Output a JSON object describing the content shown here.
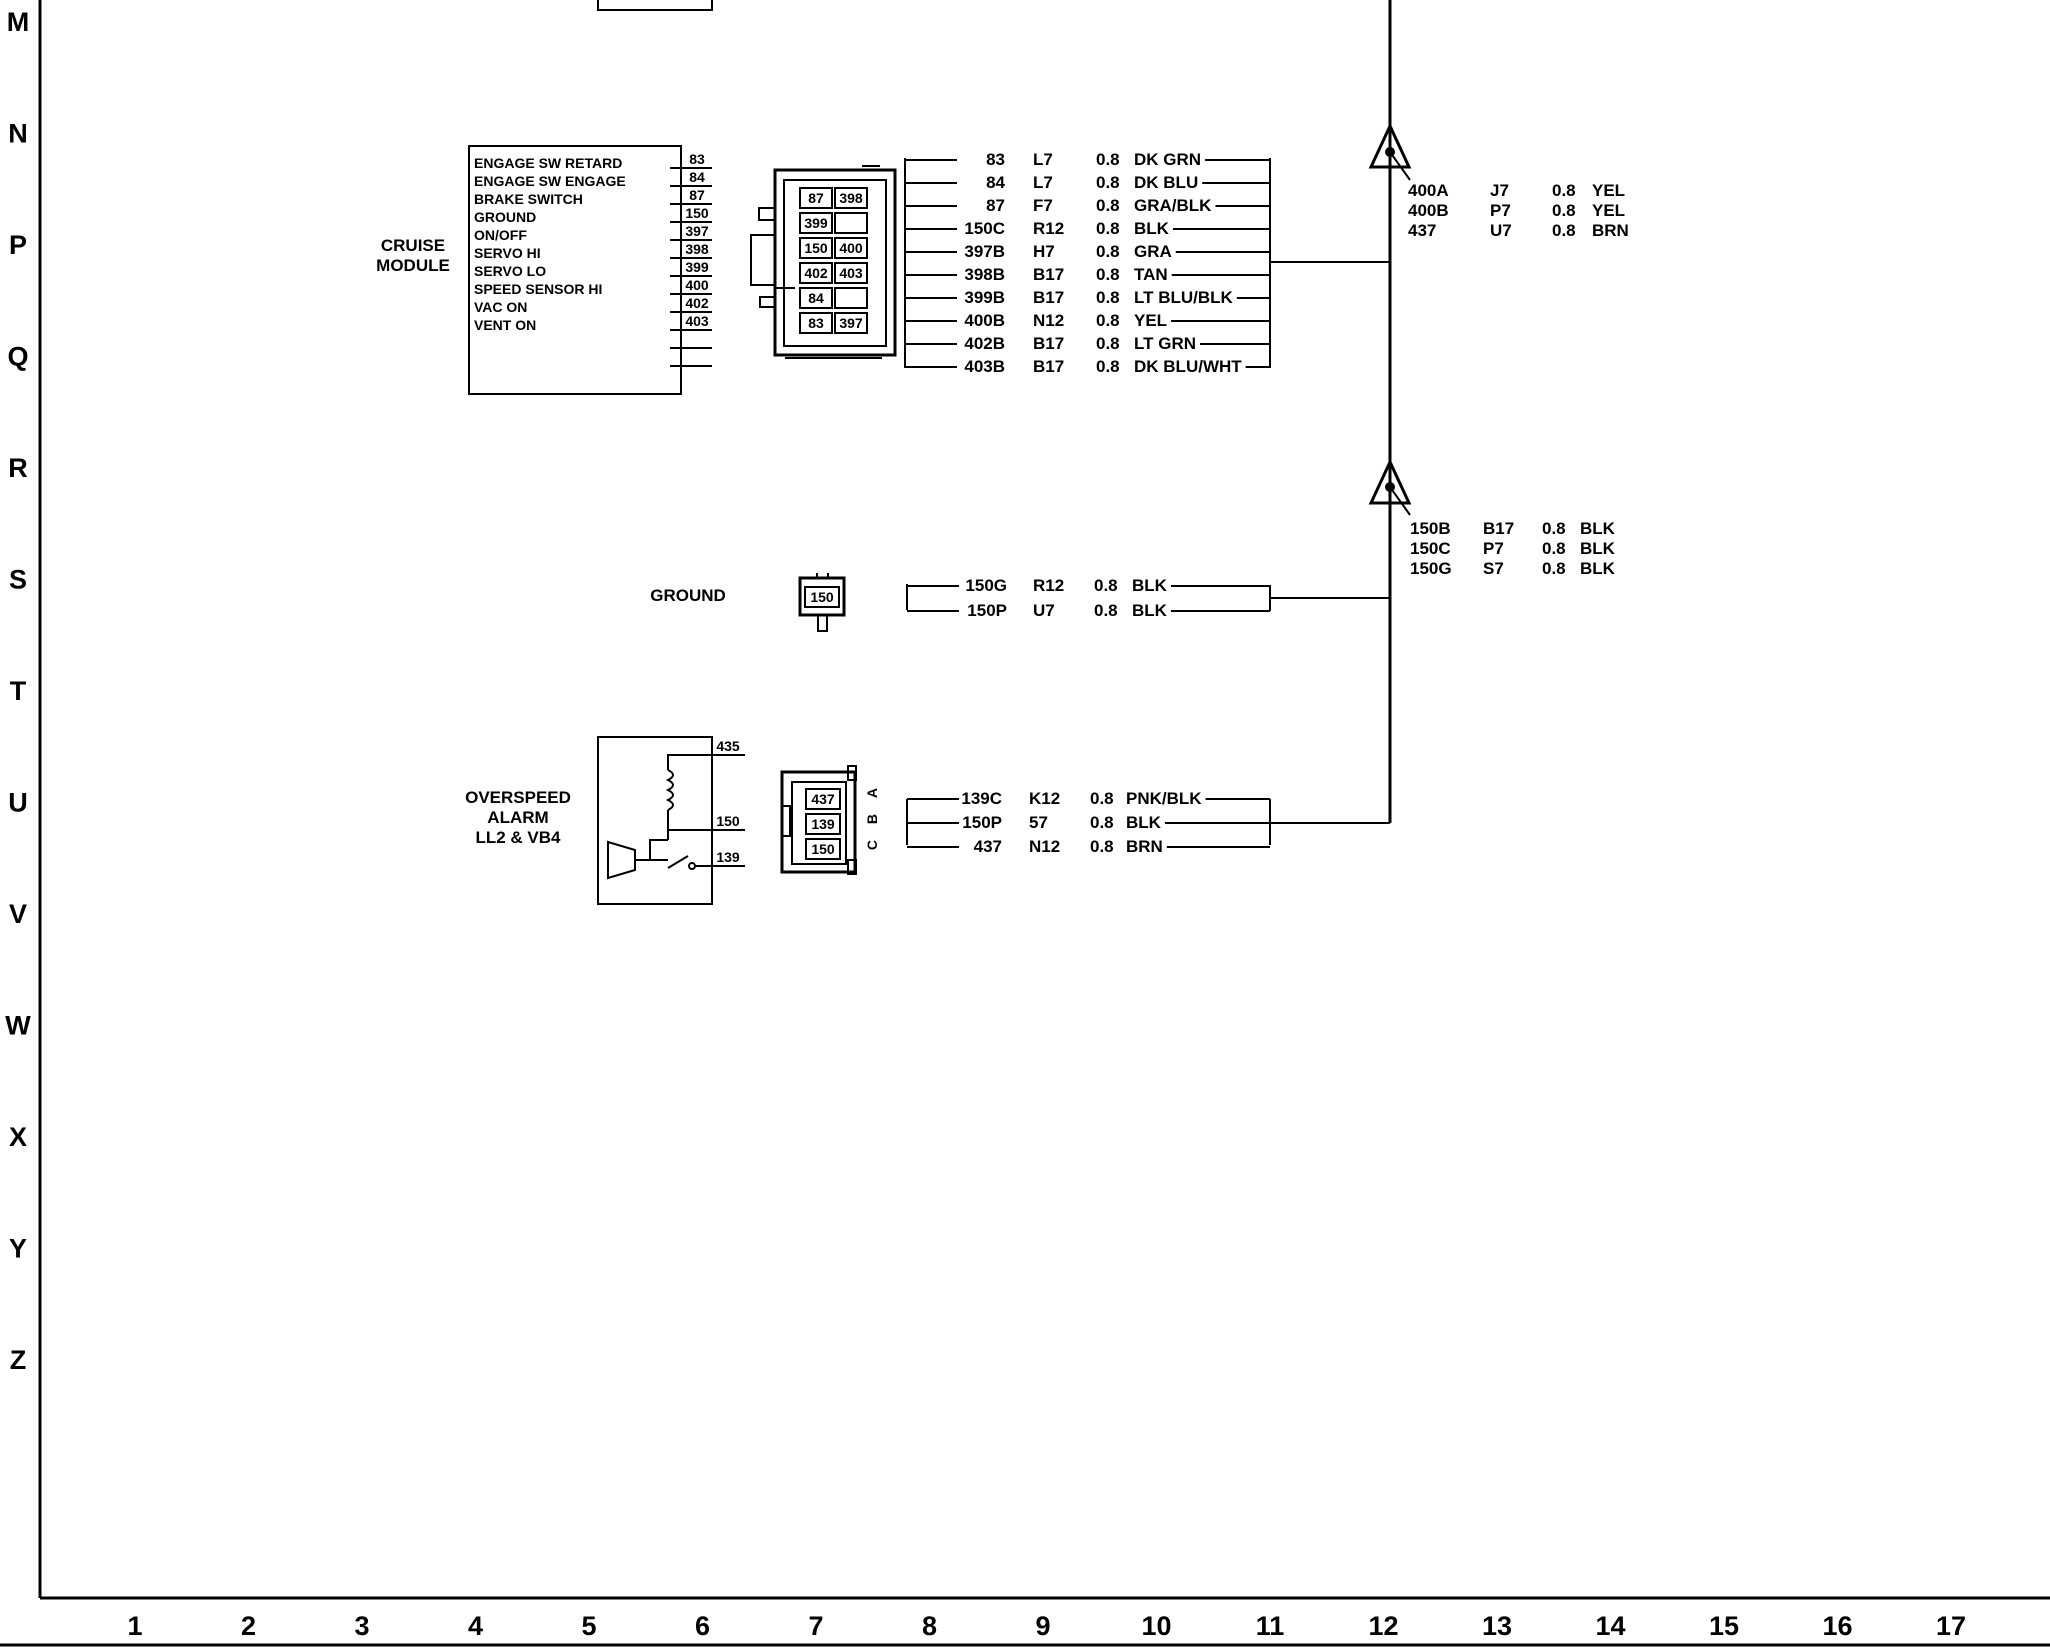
{
  "grid": {
    "rows": [
      "M",
      "N",
      "P",
      "Q",
      "R",
      "S",
      "T",
      "U",
      "V",
      "W",
      "X",
      "Y",
      "Z"
    ],
    "cols": [
      "1",
      "2",
      "3",
      "4",
      "5",
      "6",
      "7",
      "8",
      "9",
      "10",
      "11",
      "12",
      "13",
      "14",
      "15",
      "16",
      "17"
    ]
  },
  "cruise_module": {
    "label": [
      "CRUISE",
      "MODULE"
    ],
    "pins": [
      {
        "name": "ENGAGE SW RETARD",
        "num": "83"
      },
      {
        "name": "ENGAGE SW ENGAGE",
        "num": "84"
      },
      {
        "name": "BRAKE SWITCH",
        "num": "87"
      },
      {
        "name": "GROUND",
        "num": "150"
      },
      {
        "name": "ON/OFF",
        "num": "397"
      },
      {
        "name": "SERVO HI",
        "num": "398"
      },
      {
        "name": "SERVO LO",
        "num": "399"
      },
      {
        "name": "SPEED SENSOR HI",
        "num": "400"
      },
      {
        "name": "VAC ON",
        "num": "402"
      },
      {
        "name": "VENT ON",
        "num": "403"
      }
    ],
    "connector_cells": [
      [
        "87",
        "398"
      ],
      [
        "399",
        ""
      ],
      [
        "150",
        "400"
      ],
      [
        "402",
        "403"
      ],
      [
        "84",
        ""
      ],
      [
        "83",
        "397"
      ]
    ],
    "wires": [
      {
        "circuit": "83",
        "loc": "L7",
        "size": "0.8",
        "color": "DK GRN"
      },
      {
        "circuit": "84",
        "loc": "L7",
        "size": "0.8",
        "color": "DK BLU"
      },
      {
        "circuit": "87",
        "loc": "F7",
        "size": "0.8",
        "color": "GRA/BLK"
      },
      {
        "circuit": "150C",
        "loc": "R12",
        "size": "0.8",
        "color": "BLK"
      },
      {
        "circuit": "397B",
        "loc": "H7",
        "size": "0.8",
        "color": "GRA"
      },
      {
        "circuit": "398B",
        "loc": "B17",
        "size": "0.8",
        "color": "TAN"
      },
      {
        "circuit": "399B",
        "loc": "B17",
        "size": "0.8",
        "color": "LT BLU/BLK"
      },
      {
        "circuit": "400B",
        "loc": "N12",
        "size": "0.8",
        "color": "YEL"
      },
      {
        "circuit": "402B",
        "loc": "B17",
        "size": "0.8",
        "color": "LT GRN"
      },
      {
        "circuit": "403B",
        "loc": "B17",
        "size": "0.8",
        "color": "DK BLU/WHT"
      }
    ]
  },
  "ground": {
    "label": "GROUND",
    "connector_cell": "150",
    "wires": [
      {
        "circuit": "150G",
        "loc": "R12",
        "size": "0.8",
        "color": "BLK"
      },
      {
        "circuit": "150P",
        "loc": "U7",
        "size": "0.8",
        "color": "BLK"
      }
    ]
  },
  "overspeed_alarm": {
    "label": [
      "OVERSPEED",
      "ALARM",
      "LL2 & VB4"
    ],
    "pins": [
      "435",
      "150",
      "139"
    ],
    "connector_cells": [
      "437",
      "139",
      "150"
    ],
    "connector_letters": [
      "A",
      "B",
      "C"
    ],
    "wires": [
      {
        "circuit": "139C",
        "loc": "K12",
        "size": "0.8",
        "color": "PNK/BLK"
      },
      {
        "circuit": "150P",
        "loc": "57",
        "size": "0.8",
        "color": "BLK"
      },
      {
        "circuit": "437",
        "loc": "N12",
        "size": "0.8",
        "color": "BRN"
      }
    ]
  },
  "splice_upper": [
    {
      "circuit": "400A",
      "loc": "J7",
      "size": "0.8",
      "color": "YEL"
    },
    {
      "circuit": "400B",
      "loc": "P7",
      "size": "0.8",
      "color": "YEL"
    },
    {
      "circuit": "437",
      "loc": "U7",
      "size": "0.8",
      "color": "BRN"
    }
  ],
  "splice_lower": [
    {
      "circuit": "150B",
      "loc": "B17",
      "size": "0.8",
      "color": "BLK"
    },
    {
      "circuit": "150C",
      "loc": "P7",
      "size": "0.8",
      "color": "BLK"
    },
    {
      "circuit": "150G",
      "loc": "S7",
      "size": "0.8",
      "color": "BLK"
    }
  ]
}
